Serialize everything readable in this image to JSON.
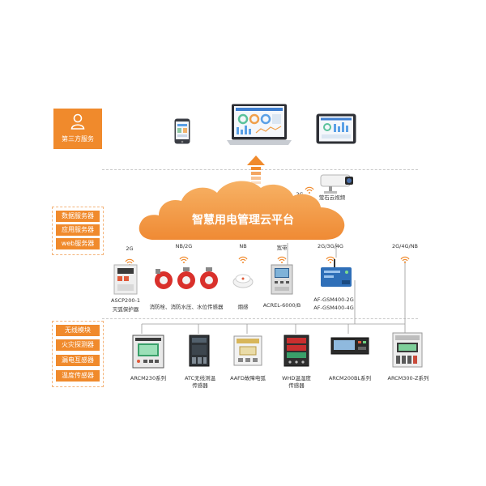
{
  "third_party": {
    "label": "第三方服务"
  },
  "servers": [
    "数据服务器",
    "应用服务器",
    "web服务器"
  ],
  "modules": [
    "无线模块",
    "火灾探测器",
    "漏电互感器",
    "温度传感器"
  ],
  "cloud": {
    "title": "智慧用电管理云平台"
  },
  "camera": {
    "net": "2G",
    "label": "萤石云视频"
  },
  "wireless_row": [
    {
      "net": "2G",
      "label": "ASCP200-1",
      "label2": "灭弧保护器"
    },
    {
      "net": "NB/2G",
      "label": "消防栓、消防水压、水位传感器",
      "label2": ""
    },
    {
      "net": "NB",
      "label": "烟感",
      "label2": ""
    },
    {
      "net": "宽带",
      "label": "ACREL-6000/B",
      "label2": ""
    },
    {
      "net": "2G/3G/4G",
      "label": "AF-GSM400-2G",
      "label2": "AF-GSM400-4G"
    },
    {
      "net": "2G/4G/NB",
      "label": "",
      "label2": ""
    }
  ],
  "bottom_row": [
    {
      "label": "ARCM230系列",
      "label2": ""
    },
    {
      "label": "ATC无线测温",
      "label2": "传感器"
    },
    {
      "label": "AAFD故障电弧",
      "label2": ""
    },
    {
      "label": "WHD温湿度",
      "label2": "传感器"
    },
    {
      "label": "ARCM200BL系列",
      "label2": ""
    },
    {
      "label": "ARCM300-Z系列",
      "label2": ""
    }
  ],
  "colors": {
    "accent": "#f08a2c",
    "cloud": "#f5a04a",
    "device_blue": "#2f6fb8"
  }
}
